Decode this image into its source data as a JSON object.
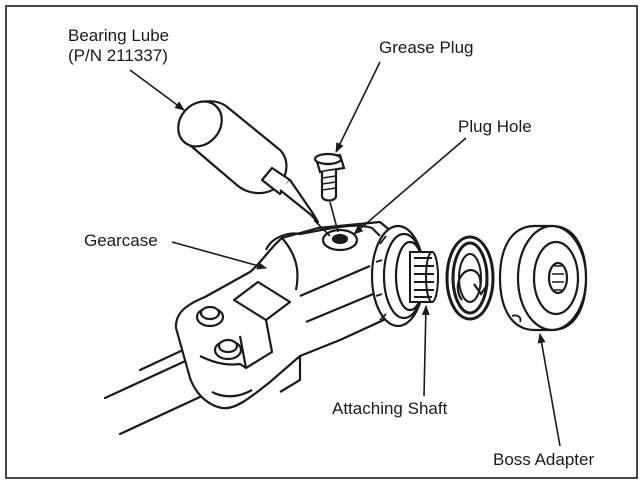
{
  "labels": {
    "bearing_lube": "Bearing Lube",
    "bearing_lube_pn": "(P/N 211337)",
    "grease_plug": "Grease Plug",
    "plug_hole": "Plug Hole",
    "gearcase": "Gearcase",
    "attaching_shaft": "Attaching Shaft",
    "boss_adapter": "Boss Adapter"
  },
  "colors": {
    "ink": "#1a1a1a",
    "background": "#ffffff"
  }
}
